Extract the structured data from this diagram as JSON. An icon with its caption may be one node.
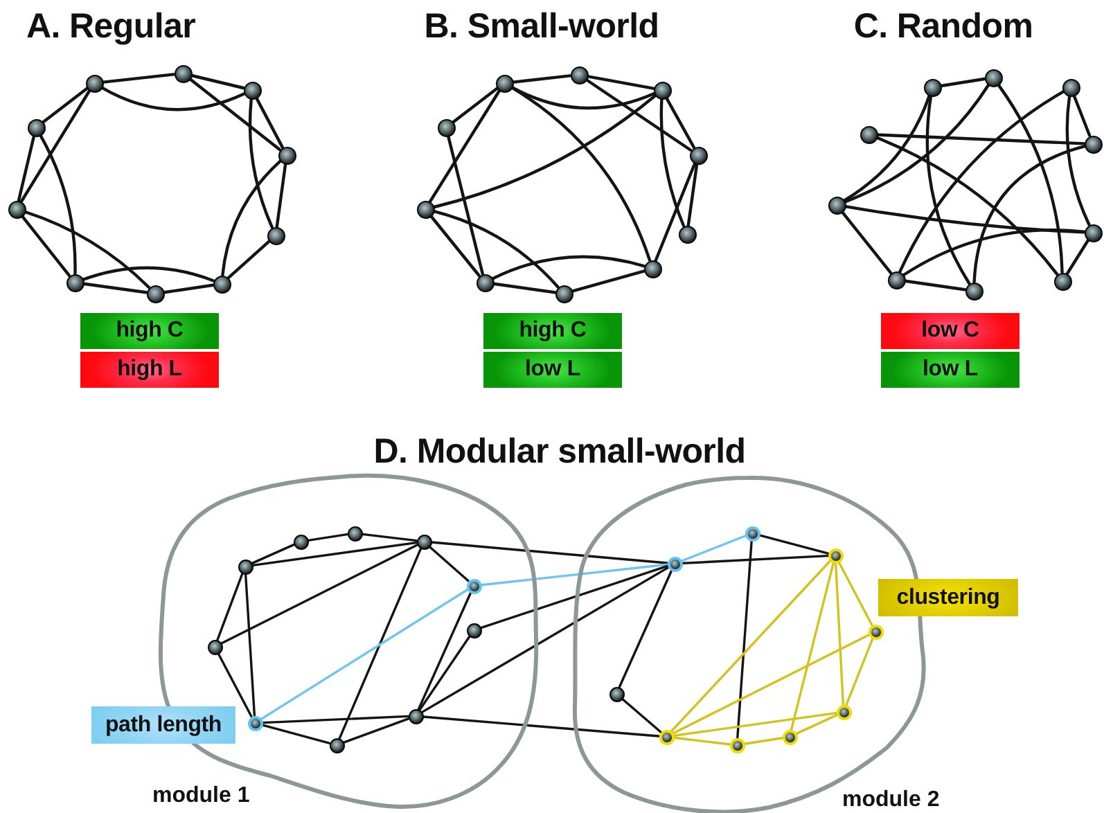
{
  "diagram": {
    "nodes": [
      {
        "text": [],
        "shape": "circle"
      },
      {
        "text": [],
        "shape": "circle"
      },
      {
        "text": [],
        "shape": "circle"
      },
      {
        "text": [],
        "shape": "circle"
      },
      {
        "text": [],
        "shape": "circle"
      },
      {
        "text": [],
        "shape": "circle"
      },
      {
        "text": [],
        "shape": "circle"
      },
      {
        "text": [],
        "shape": "circle"
      },
      {
        "text": [],
        "shape": "circle"
      },
      {
        "text": [],
        "shape": "circle"
      },
      {
        "text": [
          "high C"
        ]
      },
      {
        "text": [
          "high L"
        ]
      },
      {
        "text": [],
        "shape": "circle"
      },
      {
        "text": [],
        "shape": "circle"
      },
      {
        "text": [],
        "shape": "circle"
      },
      {
        "text": [],
        "shape": "circle"
      },
      {
        "text": [],
        "shape": "circle"
      },
      {
        "text": [],
        "shape": "circle"
      },
      {
        "text": [],
        "shape": "circle"
      },
      {
        "text": [],
        "shape": "circle"
      },
      {
        "text": [],
        "shape": "circle"
      },
      {
        "text": [],
        "shape": "circle"
      },
      {
        "text": [
          "high C"
        ]
      },
      {
        "text": [
          "low L"
        ]
      },
      {
        "text": [],
        "shape": "circle"
      },
      {
        "text": [],
        "shape": "circle"
      },
      {
        "text": [],
        "shape": "circle"
      },
      {
        "text": [],
        "shape": "circle"
      },
      {
        "text": [],
        "shape": "circle"
      },
      {
        "text": [],
        "shape": "circle"
      },
      {
        "text": [],
        "shape": "circle"
      },
      {
        "text": [],
        "shape": "circle"
      },
      {
        "text": [],
        "shape": "circle"
      },
      {
        "text": [],
        "shape": "circle"
      },
      {
        "text": [
          "low C"
        ]
      },
      {
        "text": [
          "low L"
        ]
      },
      {
        "text": [
          "module 1"
        ]
      },
      {
        "text": [],
        "shape": "circle",
        "in": 36
      },
      {
        "text": [],
        "shape": "circle",
        "in": 36
      },
      {
        "text": [],
        "shape": "circle",
        "in": 36
      },
      {
        "text": [],
        "shape": "circle",
        "in": 36
      },
      {
        "text": [],
        "shape": "circle",
        "in": 36
      },
      {
        "text": [],
        "shape": "circle",
        "in": 36
      },
      {
        "text": [],
        "shape": "circle",
        "in": 36
      },
      {
        "text": [],
        "shape": "circle",
        "in": 36
      },
      {
        "text": [],
        "shape": "circle",
        "in": 36
      },
      {
        "text": [],
        "shape": "circle",
        "in": 36
      },
      {
        "text": [
          "path length"
        ]
      },
      {
        "text": [
          "module 2"
        ]
      },
      {
        "text": [],
        "shape": "circle",
        "in": 48
      },
      {
        "text": [],
        "shape": "circle",
        "in": 48
      },
      {
        "text": [],
        "shape": "circle",
        "in": 48
      },
      {
        "text": [],
        "shape": "circle",
        "in": 48
      },
      {
        "text": [],
        "shape": "circle",
        "in": 48
      },
      {
        "text": [],
        "shape": "circle",
        "in": 48
      },
      {
        "text": [],
        "shape": "circle",
        "in": 48
      },
      {
        "text": [],
        "shape": "circle",
        "in": 48
      },
      {
        "text": [],
        "shape": "circle",
        "in": 48
      },
      {
        "text": [
          "clustering"
        ]
      }
    ],
    "edges": [
      {
        "from": 0,
        "to": 1,
        "arrow": "none"
      },
      {
        "from": 1,
        "to": 2,
        "arrow": "none"
      },
      {
        "from": 0,
        "to": 2,
        "arrow": "none"
      },
      {
        "from": 0,
        "to": 9,
        "arrow": "none"
      },
      {
        "from": 0,
        "to": 8,
        "arrow": "none"
      },
      {
        "from": 9,
        "to": 8,
        "arrow": "none"
      },
      {
        "from": 9,
        "to": 7,
        "arrow": "none"
      },
      {
        "from": 8,
        "to": 7,
        "arrow": "none"
      },
      {
        "from": 8,
        "to": 6,
        "arrow": "none"
      },
      {
        "from": 7,
        "to": 6,
        "arrow": "none"
      },
      {
        "from": 7,
        "to": 5,
        "arrow": "none"
      },
      {
        "from": 6,
        "to": 5,
        "arrow": "none"
      },
      {
        "from": 5,
        "to": 3,
        "arrow": "none"
      },
      {
        "from": 5,
        "to": 4,
        "arrow": "none"
      },
      {
        "from": 4,
        "to": 3,
        "arrow": "none"
      },
      {
        "from": 2,
        "to": 3,
        "arrow": "none"
      },
      {
        "from": 2,
        "to": 4,
        "arrow": "none"
      },
      {
        "from": 1,
        "to": 3,
        "arrow": "none"
      },
      {
        "from": 12,
        "to": 13,
        "arrow": "none"
      },
      {
        "from": 13,
        "to": 14,
        "arrow": "none"
      },
      {
        "from": 12,
        "to": 14,
        "arrow": "none"
      },
      {
        "from": 13,
        "to": 15,
        "arrow": "none"
      },
      {
        "from": 14,
        "to": 15,
        "arrow": "none"
      },
      {
        "from": 14,
        "to": 16,
        "arrow": "none"
      },
      {
        "from": 15,
        "to": 16,
        "arrow": "none"
      },
      {
        "from": 15,
        "to": 17,
        "arrow": "none"
      },
      {
        "from": 12,
        "to": 17,
        "arrow": "none"
      },
      {
        "from": 12,
        "to": 21,
        "arrow": "none"
      },
      {
        "from": 12,
        "to": 20,
        "arrow": "none"
      },
      {
        "from": 14,
        "to": 20,
        "arrow": "none"
      },
      {
        "from": 21,
        "to": 19,
        "arrow": "none"
      },
      {
        "from": 20,
        "to": 19,
        "arrow": "none"
      },
      {
        "from": 20,
        "to": 18,
        "arrow": "none"
      },
      {
        "from": 19,
        "to": 17,
        "arrow": "none"
      },
      {
        "from": 19,
        "to": 18,
        "arrow": "none"
      },
      {
        "from": 18,
        "to": 17,
        "arrow": "none"
      },
      {
        "from": 24,
        "to": 25,
        "arrow": "none"
      },
      {
        "from": 24,
        "to": 32,
        "arrow": "none"
      },
      {
        "from": 24,
        "to": 30,
        "arrow": "none"
      },
      {
        "from": 25,
        "to": 32,
        "arrow": "none"
      },
      {
        "from": 25,
        "to": 29,
        "arrow": "none"
      },
      {
        "from": 26,
        "to": 27,
        "arrow": "none"
      },
      {
        "from": 26,
        "to": 28,
        "arrow": "none"
      },
      {
        "from": 26,
        "to": 31,
        "arrow": "none"
      },
      {
        "from": 33,
        "to": 27,
        "arrow": "none"
      },
      {
        "from": 33,
        "to": 29,
        "arrow": "none"
      },
      {
        "from": 27,
        "to": 30,
        "arrow": "none"
      },
      {
        "from": 32,
        "to": 28,
        "arrow": "none"
      },
      {
        "from": 32,
        "to": 31,
        "arrow": "none"
      },
      {
        "from": 31,
        "to": 30,
        "arrow": "none"
      },
      {
        "from": 31,
        "to": 28,
        "arrow": "none"
      },
      {
        "from": 29,
        "to": 28,
        "arrow": "none"
      },
      {
        "from": 37,
        "to": 38,
        "arrow": "none"
      },
      {
        "from": 38,
        "to": 39,
        "arrow": "none"
      },
      {
        "from": 39,
        "to": 40,
        "arrow": "none"
      },
      {
        "from": 37,
        "to": 40,
        "arrow": "none"
      },
      {
        "from": 37,
        "to": 43,
        "arrow": "none"
      },
      {
        "from": 37,
        "to": 44,
        "arrow": "none"
      },
      {
        "from": 43,
        "to": 44,
        "arrow": "none"
      },
      {
        "from": 43,
        "to": 40,
        "arrow": "none"
      },
      {
        "from": 40,
        "to": 41,
        "arrow": "none"
      },
      {
        "from": 40,
        "to": 46,
        "arrow": "none"
      },
      {
        "from": 41,
        "to": 45,
        "arrow": "none"
      },
      {
        "from": 42,
        "to": 45,
        "arrow": "none"
      },
      {
        "from": 44,
        "to": 45,
        "arrow": "none"
      },
      {
        "from": 44,
        "to": 46,
        "arrow": "none"
      },
      {
        "from": 46,
        "to": 45,
        "arrow": "none"
      },
      {
        "from": 44,
        "to": 41,
        "arrow": "none",
        "color": "#6cc6f0"
      },
      {
        "from": 40,
        "to": 49,
        "arrow": "none"
      },
      {
        "from": 41,
        "to": 49,
        "arrow": "none",
        "color": "#6cc6f0"
      },
      {
        "from": 42,
        "to": 49,
        "arrow": "none"
      },
      {
        "from": 45,
        "to": 49,
        "arrow": "none"
      },
      {
        "from": 45,
        "to": 56,
        "arrow": "none"
      },
      {
        "from": 49,
        "to": 50,
        "arrow": "none",
        "color": "#6cc6f0"
      },
      {
        "from": 50,
        "to": 51,
        "arrow": "none"
      },
      {
        "from": 49,
        "to": 51,
        "arrow": "none"
      },
      {
        "from": 50,
        "to": 55,
        "arrow": "none"
      },
      {
        "from": 49,
        "to": 57,
        "arrow": "none"
      },
      {
        "from": 57,
        "to": 56,
        "arrow": "none"
      },
      {
        "from": 51,
        "to": 56,
        "arrow": "none",
        "color": "#d4c21c"
      },
      {
        "from": 51,
        "to": 54,
        "arrow": "none",
        "color": "#d4c21c"
      },
      {
        "from": 51,
        "to": 53,
        "arrow": "none",
        "color": "#d4c21c"
      },
      {
        "from": 51,
        "to": 52,
        "arrow": "none",
        "color": "#d4c21c"
      },
      {
        "from": 52,
        "to": 56,
        "arrow": "none",
        "color": "#d4c21c"
      },
      {
        "from": 52,
        "to": 53,
        "arrow": "none",
        "color": "#d4c21c"
      },
      {
        "from": 56,
        "to": 55,
        "arrow": "none",
        "color": "#d4c21c"
      },
      {
        "from": 55,
        "to": 54,
        "arrow": "none",
        "color": "#d4c21c"
      },
      {
        "from": 54,
        "to": 53,
        "arrow": "none",
        "color": "#d4c21c"
      },
      {
        "from": 56,
        "to": 53,
        "arrow": "none",
        "color": "#d4c21c"
      }
    ],
    "labels": [
      "A. Regular",
      "B. Small-world",
      "C. Random",
      "D. Modular small-world"
    ]
  }
}
